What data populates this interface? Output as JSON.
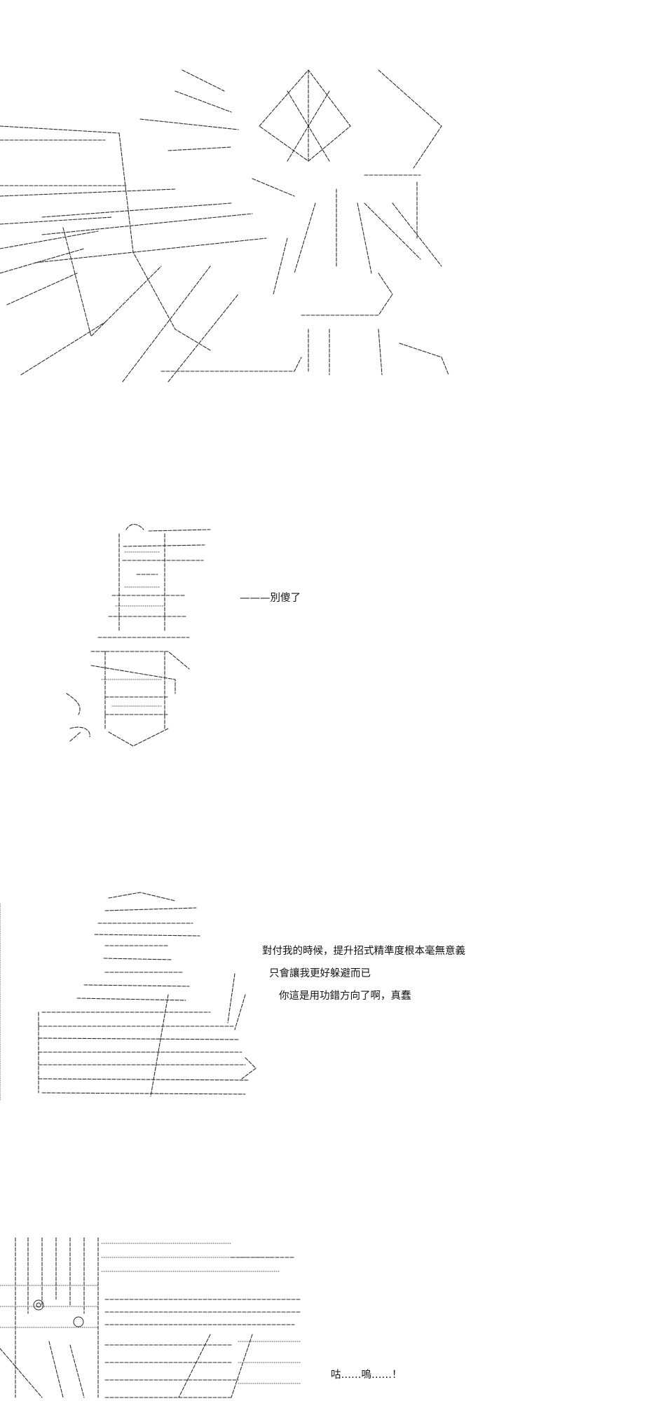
{
  "panel2": {
    "line1": "———別傻了"
  },
  "panel3": {
    "line1": "對付我的時候，提升招式精準度根本毫無意義",
    "line2": "只會讓我更好躲避而已",
    "line3": "你這是用功錯方向了啊，真蠢"
  },
  "panel4": {
    "line1": "咕……嗚……！"
  }
}
